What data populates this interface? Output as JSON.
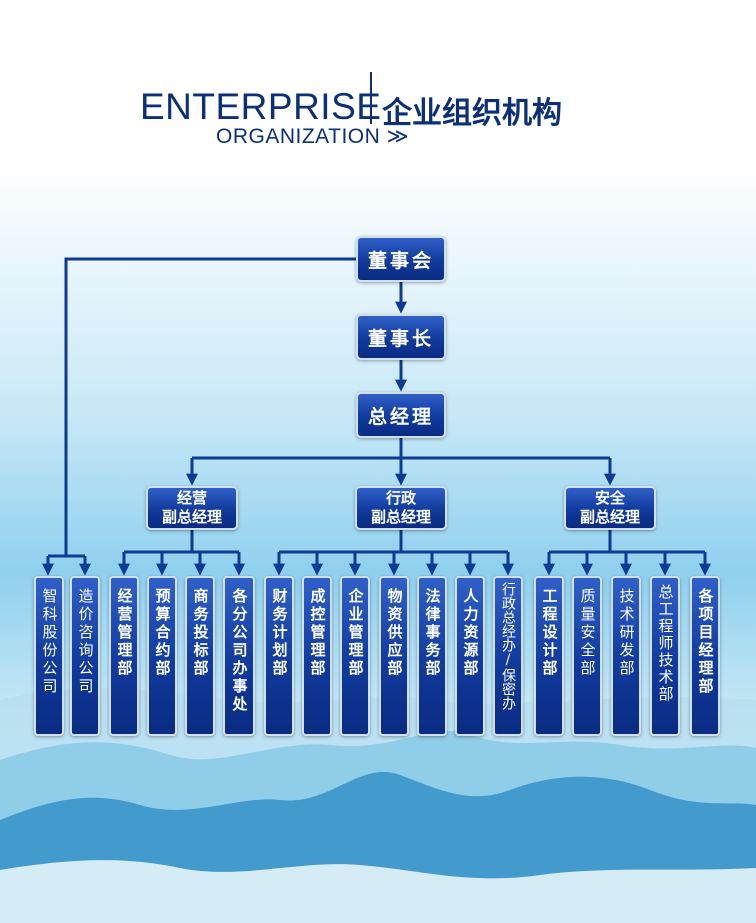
{
  "header": {
    "title_en_line1": "ENTERPRISE",
    "title_en_line2": "ORGANIZATION ≫",
    "title_zh": "企业组织机构"
  },
  "org": {
    "board": "董事会",
    "chairman": "董事长",
    "gm": "总经理",
    "vp_business": {
      "line1": "经营",
      "line2": "副总经理"
    },
    "vp_admin": {
      "line1": "行政",
      "line2": "副总经理"
    },
    "vp_safety": {
      "line1": "安全",
      "line2": "副总经理"
    },
    "departments": [
      "智科股份公司",
      "造价咨询公司",
      "经营管理部",
      "预算合约部",
      "商务投标部",
      "各分公司办事处",
      "财务计划部",
      "成控管理部",
      "企业管理部",
      "物资供应部",
      "法律事务部",
      "人力资源部",
      "行政总经办/保密办",
      "工程设计部",
      "质量安全部",
      "技术研发部",
      "总工程师技术部",
      "各项目经理部"
    ]
  },
  "colors": {
    "box_fill": "#103a9c",
    "box_border": "#cfe0f4",
    "line": "#0c3a94",
    "title": "#0b2f78"
  }
}
